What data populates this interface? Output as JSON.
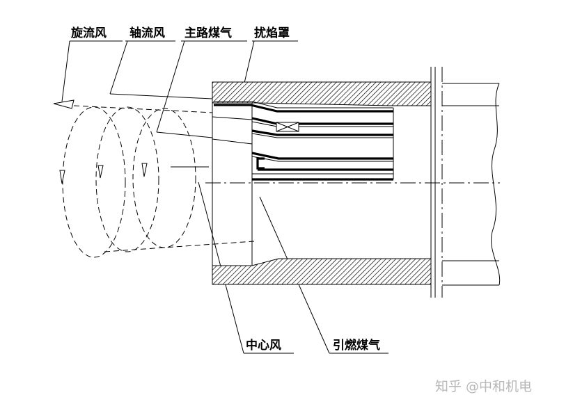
{
  "labels": {
    "swirl_air": "旋流风",
    "axial_air": "轴流风",
    "main_gas": "主路煤气",
    "flame_holder": "扰焰罩",
    "center_air": "中心风",
    "ignition_gas": "引燃煤气"
  },
  "watermark": "知乎 @中和机电"
}
